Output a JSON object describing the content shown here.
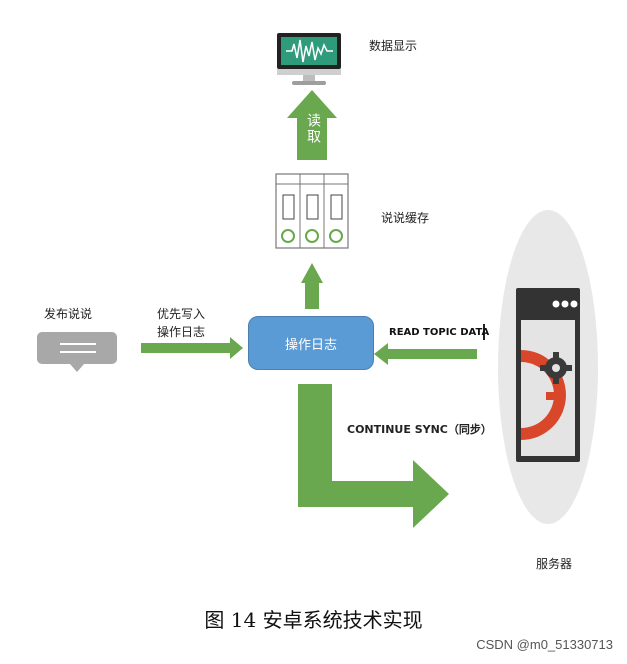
{
  "nodes": {
    "data_display": "数据显示",
    "read": "读取",
    "cache": "说说缓存",
    "publish": "发布说说",
    "write_log_line1": "优先写入",
    "write_log_line2": "操作日志",
    "op_log": "操作日志",
    "read_topic": "READ TOPIC DATA",
    "continue_sync": "CONTINUE SYNC（同步）",
    "server": "服务器"
  },
  "caption": "图  14  安卓系统技术实现",
  "watermark": "CSDN @m0_51330713",
  "colors": {
    "arrow": "#6aa84f",
    "oplog_box": "#5b9bd5",
    "monitor_screen": "#2e9c7a",
    "server_ellipse": "#e8e8e8",
    "gear": "#d9472b"
  }
}
